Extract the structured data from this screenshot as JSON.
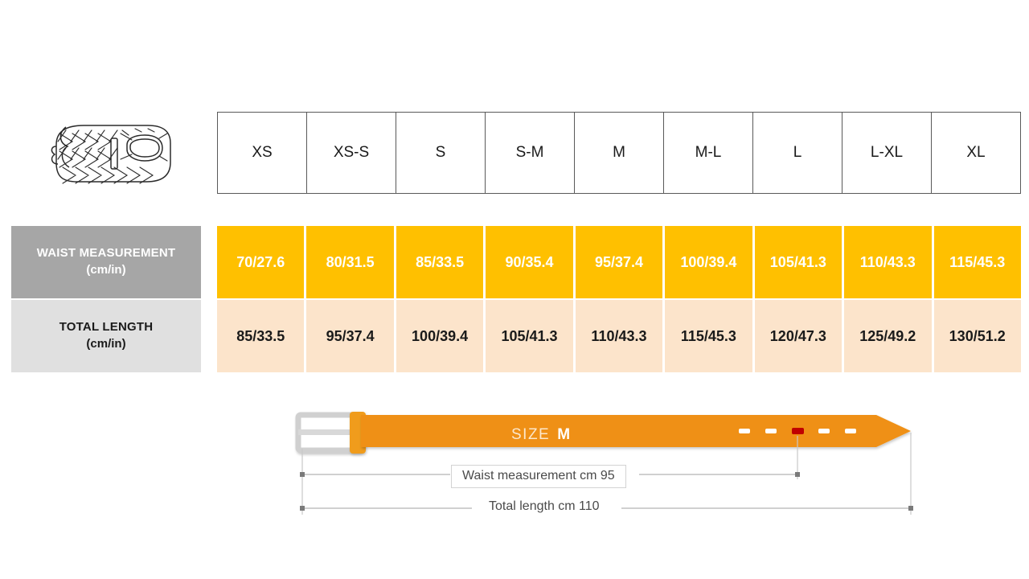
{
  "icons": {
    "braided_belt": "braided-belt-icon"
  },
  "table": {
    "size_headers": [
      "XS",
      "XS-S",
      "S",
      "S-M",
      "M",
      "M-L",
      "L",
      "L-XL",
      "XL"
    ],
    "rows": [
      {
        "label_line1": "WAIST MEASUREMENT",
        "label_line2": "(cm/in)",
        "label_bg": "#a6a6a6",
        "cell_bg": "#ffc000",
        "cell_color": "#ffffff",
        "values": [
          "70/27.6",
          "80/31.5",
          "85/33.5",
          "90/35.4",
          "95/37.4",
          "100/39.4",
          "105/41.3",
          "110/43.3",
          "115/45.3"
        ]
      },
      {
        "label_line1": "TOTAL LENGTH",
        "label_line2": "(cm/in)",
        "label_bg": "#e0e0e0",
        "cell_bg": "#fce4cb",
        "cell_color": "#1a1a1a",
        "values": [
          "85/33.5",
          "95/37.4",
          "100/39.4",
          "105/41.3",
          "110/43.3",
          "115/45.3",
          "120/47.3",
          "125/49.2",
          "130/51.2"
        ]
      }
    ]
  },
  "diagram": {
    "size_prefix": "SIZE",
    "size_value": "M",
    "waist_dimension": "Waist measurement cm 95",
    "total_dimension": "Total length cm 110",
    "belt_color": "#ef9013",
    "belt_loop_color": "#f09c1a",
    "buckle_color": "#d8d8d8",
    "active_hole_color": "#c00000",
    "hole_color": "#ffffff",
    "hole_count": 5,
    "active_hole_index": 2
  },
  "chart_data": {
    "type": "table",
    "title": "Belt Size Chart",
    "categories": [
      "XS",
      "XS-S",
      "S",
      "S-M",
      "M",
      "M-L",
      "L",
      "L-XL",
      "XL"
    ],
    "series": [
      {
        "name": "WAIST MEASUREMENT (cm/in)",
        "values_cm": [
          70,
          80,
          85,
          90,
          95,
          100,
          105,
          110,
          115
        ],
        "values_in": [
          27.6,
          31.5,
          33.5,
          35.4,
          37.4,
          39.4,
          41.3,
          43.3,
          45.3
        ]
      },
      {
        "name": "TOTAL LENGTH (cm/in)",
        "values_cm": [
          85,
          95,
          100,
          105,
          110,
          115,
          120,
          125,
          130
        ],
        "values_in": [
          33.5,
          37.4,
          39.4,
          41.3,
          43.3,
          45.3,
          47.3,
          49.2,
          51.2
        ]
      }
    ],
    "highlighted_size": "M",
    "highlighted_waist_cm": 95,
    "highlighted_total_length_cm": 110
  }
}
